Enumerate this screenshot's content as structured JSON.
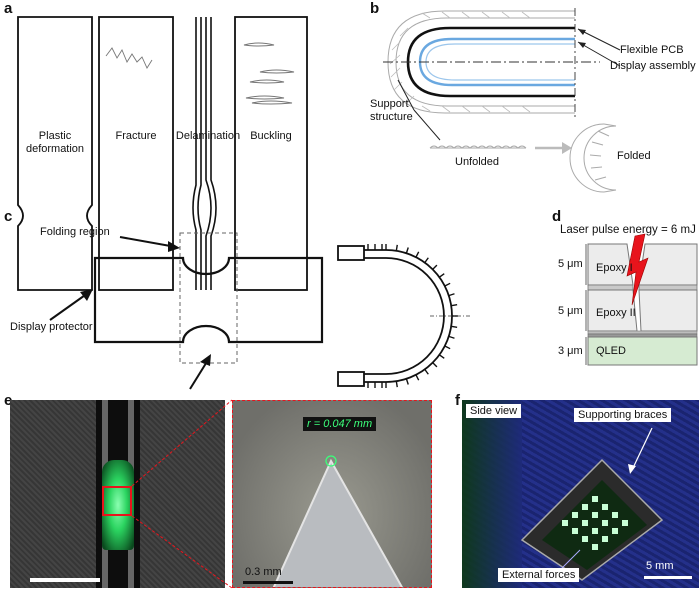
{
  "panels": {
    "a": {
      "label": "a",
      "captions": [
        "Plastic\ndeformation",
        "Fracture",
        "Delamination",
        "Buckling"
      ]
    },
    "b": {
      "label": "b",
      "flexible_pcb": "Flexible PCB",
      "display_assembly": "Display assembly",
      "support_structure": "Support\nstructure",
      "unfolded": "Unfolded",
      "folded": "Folded"
    },
    "c": {
      "label": "c",
      "folding_region": "Folding region",
      "display_protector": "Display protector"
    },
    "d": {
      "label": "d",
      "laser": "Laser pulse energy = 6 mJ",
      "layers": [
        {
          "thickness": "5 μm",
          "name": "Epoxy I"
        },
        {
          "thickness": "5 μm",
          "name": "Epoxy II"
        },
        {
          "thickness": "3 μm",
          "name": "QLED"
        }
      ]
    },
    "e": {
      "label": "e",
      "radius": "r = 0.047 mm",
      "scale": "0.3 mm"
    },
    "f": {
      "label": "f",
      "side_view": "Side view",
      "supporting_braces": "Supporting braces",
      "external_forces": "External forces",
      "scale": "5 mm"
    }
  },
  "colors": {
    "line": "#111111",
    "blue": "#6aa8e0",
    "gray": "#9a9a9a",
    "epoxy_fill": "#ececec",
    "qled_fill": "#d6ebd2",
    "laser": "#e8141c",
    "green_glow": "#3cff7a",
    "red_box": "#e8141c"
  }
}
